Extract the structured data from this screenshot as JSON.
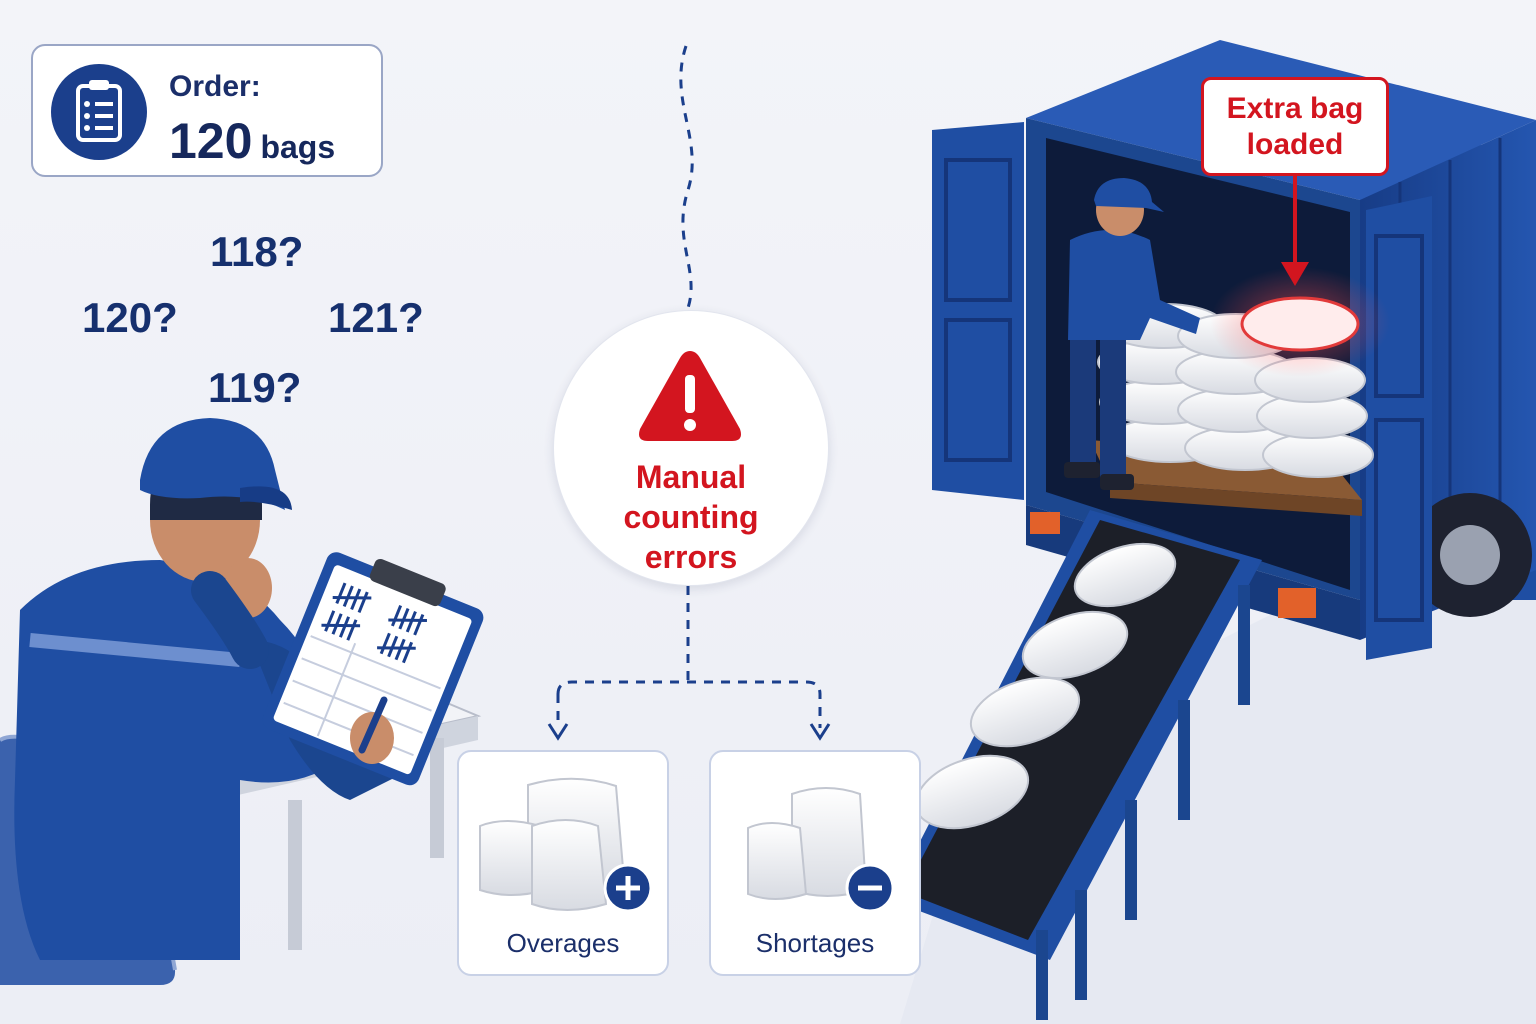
{
  "order": {
    "label": "Order:",
    "count": "120",
    "unit": "bags",
    "icon": "clipboard-list-icon"
  },
  "guesses": [
    "118?",
    "120?",
    "121?",
    "119?"
  ],
  "warning": {
    "icon": "warning-triangle-icon",
    "lines": [
      "Manual",
      "counting",
      "errors"
    ]
  },
  "outcomes": [
    {
      "label": "Overages",
      "icon": "plus-circle-icon"
    },
    {
      "label": "Shortages",
      "icon": "minus-circle-icon"
    }
  ],
  "callout": {
    "lines": [
      "Extra bag",
      "loaded"
    ]
  },
  "colors": {
    "navy": "#1b3f8c",
    "truck_blue": "#1f4ea3",
    "alert_red": "#d3151f",
    "text_dark": "#16285c"
  }
}
